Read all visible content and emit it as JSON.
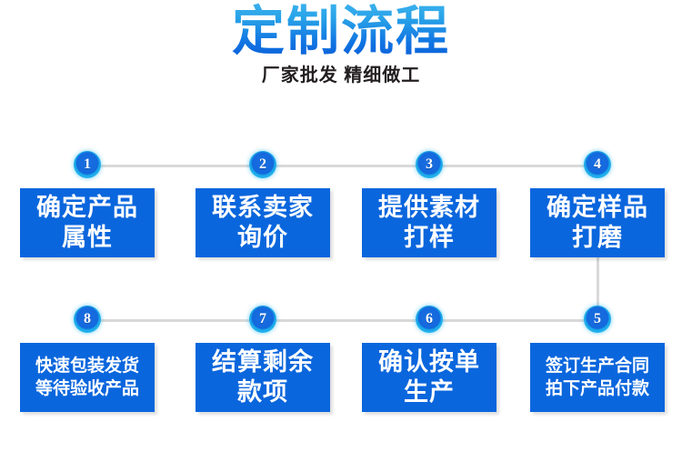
{
  "header": {
    "title": "定制流程",
    "subtitle": "厂家批发 精细做工",
    "title_gradient_top": "#3fb4ef",
    "title_gradient_bottom": "#0a5ad6",
    "subtitle_color": "#231f20"
  },
  "theme": {
    "box_blue": "#0a66dd",
    "circle_inner_blue": "#1368dd",
    "circle_ring_cyan": "#29b6ef",
    "connector_gray": "#d9d9d9",
    "background": "#ffffff"
  },
  "steps": [
    {
      "number": "1",
      "lines": [
        "确定产品",
        "属性"
      ],
      "size": "big"
    },
    {
      "number": "2",
      "lines": [
        "联系卖家",
        "询价"
      ],
      "size": "big"
    },
    {
      "number": "3",
      "lines": [
        "提供素材",
        "打样"
      ],
      "size": "big"
    },
    {
      "number": "4",
      "lines": [
        "确定样品",
        "打磨"
      ],
      "size": "big"
    },
    {
      "number": "5",
      "lines": [
        "签订生产合同",
        "拍下产品付款"
      ],
      "size": "small"
    },
    {
      "number": "6",
      "lines": [
        "确认按单",
        "生产"
      ],
      "size": "big"
    },
    {
      "number": "7",
      "lines": [
        "结算剩余",
        "款项"
      ],
      "size": "big"
    },
    {
      "number": "8",
      "lines": [
        "快速包装发货",
        "等待验收产品"
      ],
      "size": "small"
    }
  ]
}
